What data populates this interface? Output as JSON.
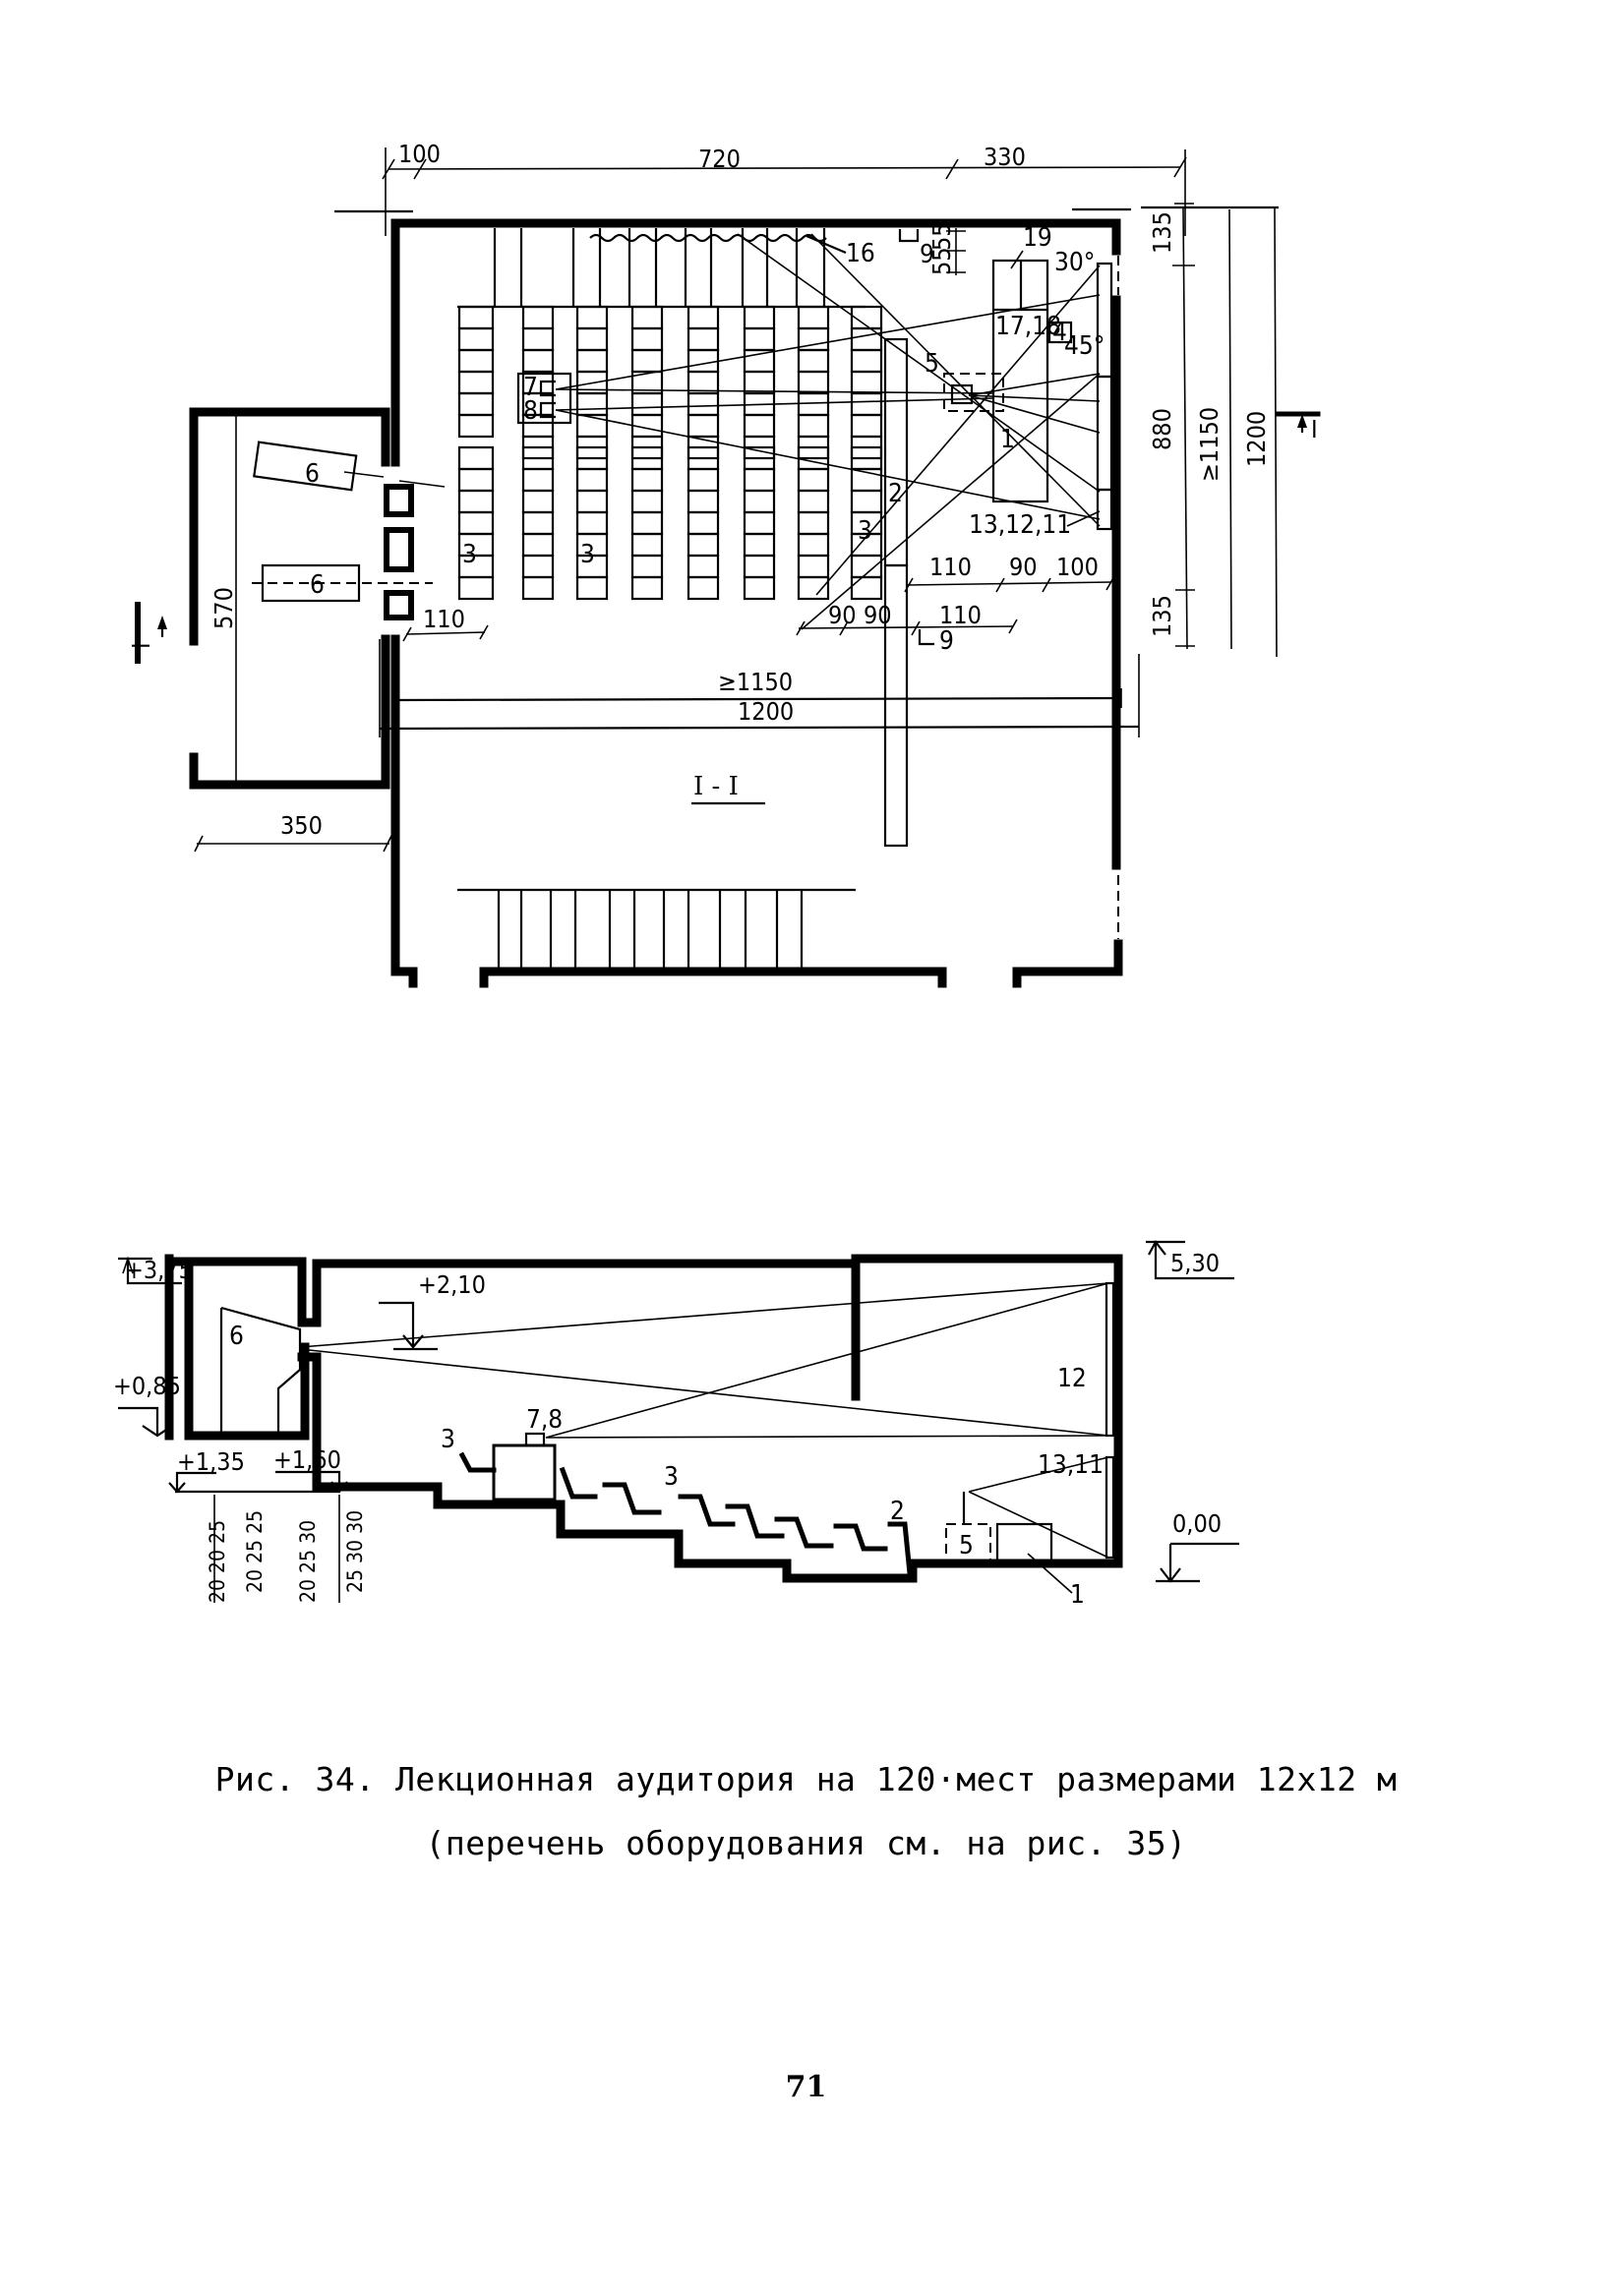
{
  "figure": {
    "number": "Рис. 34.",
    "title": "Лекционная аудитория на 120·мест размерами 12x12 м",
    "subtitle": "(перечень оборудования см. на рис. 35)"
  },
  "page_number": "71",
  "plan": {
    "top_dims": [
      "100",
      "720",
      "330"
    ],
    "right_dims": [
      "135",
      "880",
      "135"
    ],
    "right_overall": [
      "≥1150",
      "1200"
    ],
    "bottom_overall": [
      "≥1150",
      "1200"
    ],
    "projection_room_width": "350",
    "projection_room_depth": "570",
    "stage_dims": [
      "110",
      "90",
      "100"
    ],
    "front_dims": [
      "90",
      "90",
      "110"
    ],
    "left_aisle_dim": "110",
    "seat_dim": [
      "55",
      "55"
    ],
    "angles": [
      "30°",
      "45°"
    ],
    "section_marker": "I",
    "equipment_labels": {
      "projector": "6",
      "projector_2": "6",
      "aud_7": "7",
      "aud_8": "8",
      "seats": "3",
      "seats_b": "3",
      "seats_c": "3",
      "front_row": "2",
      "lectern": "1",
      "device_5": "5",
      "device_4": "4",
      "device_17_18": "17,18",
      "device_19": "19",
      "curtain_16": "16",
      "door_9_top": "9",
      "door_9_bottom": "9",
      "screens": "13,12,11"
    }
  },
  "section": {
    "title": "I - I",
    "levels": {
      "projection_top": "+3,75",
      "projection_floor": "+0,85",
      "beam": "+2,10",
      "ceiling": "5,30",
      "floor": "0,00",
      "step_1": "+1,35",
      "step_2": "+1,60"
    },
    "step_heights_a": "20 20 25",
    "step_heights_b": "20 25 25",
    "step_heights_c": "20 25 30",
    "step_heights_d": "25 30 30",
    "labels": {
      "projector": "6",
      "desk": "7,8",
      "seats_left": "3",
      "seats_mid": "3",
      "front_row": "2",
      "device_5": "5",
      "lectern": "1",
      "screen_12": "12",
      "screens_13_11": "13,11"
    }
  }
}
